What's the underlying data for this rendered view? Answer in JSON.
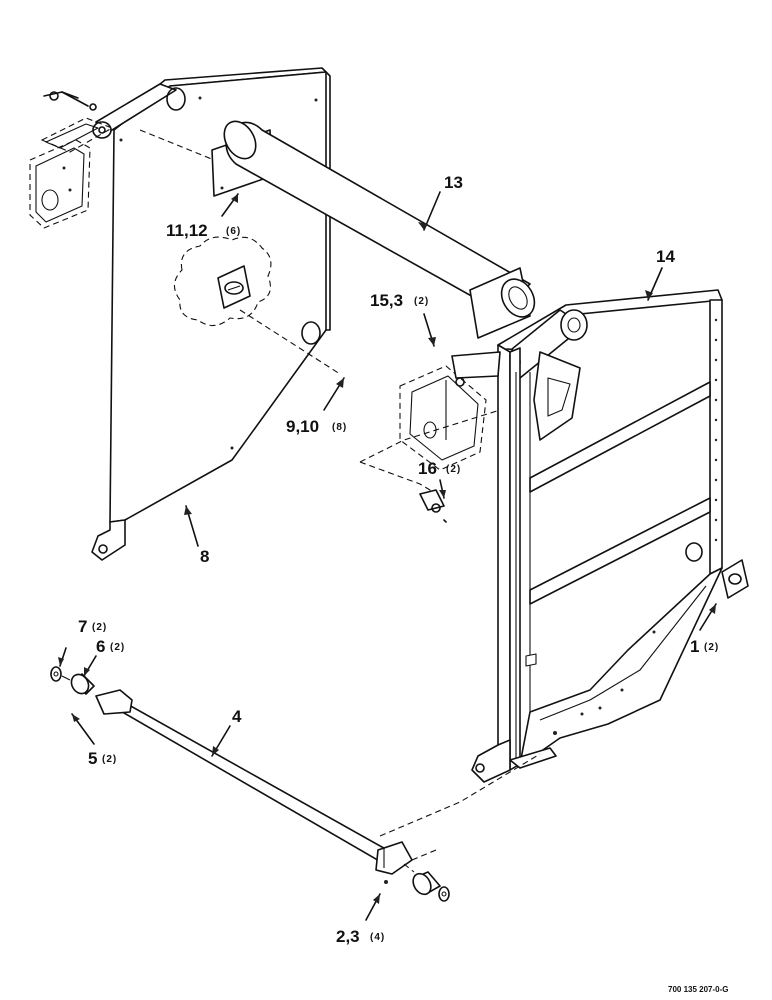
{
  "callouts": [
    {
      "id": "c13",
      "num": "13",
      "qty": ""
    },
    {
      "id": "c14",
      "num": "14",
      "qty": ""
    },
    {
      "id": "c11",
      "num": "11,12",
      "qty": "(6)"
    },
    {
      "id": "c15",
      "num": "15,3",
      "qty": "(2)"
    },
    {
      "id": "c9",
      "num": "9,10",
      "qty": "(8)"
    },
    {
      "id": "c16",
      "num": "16",
      "qty": "(2)"
    },
    {
      "id": "c8",
      "num": "8",
      "qty": ""
    },
    {
      "id": "c7",
      "num": "7",
      "qty": "(2)"
    },
    {
      "id": "c6",
      "num": "6",
      "qty": "(2)"
    },
    {
      "id": "c4",
      "num": "4",
      "qty": ""
    },
    {
      "id": "c1",
      "num": "1",
      "qty": "(2)"
    },
    {
      "id": "c5",
      "num": "5",
      "qty": "(2)"
    },
    {
      "id": "c2",
      "num": "2,3",
      "qty": "(4)"
    }
  ],
  "figure_number": "700 135 207-0-G"
}
